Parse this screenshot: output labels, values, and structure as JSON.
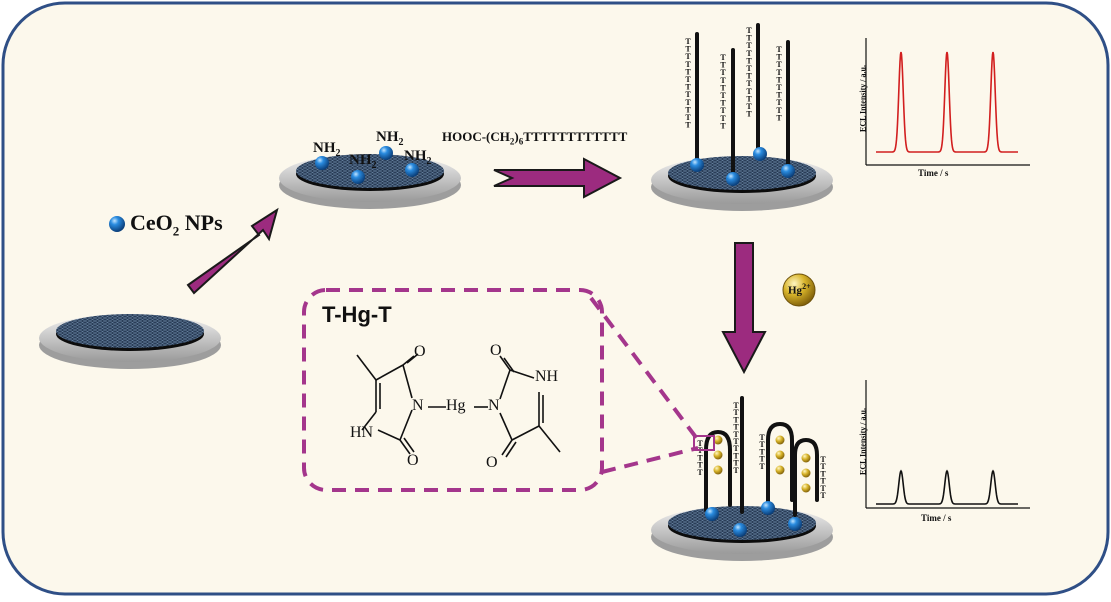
{
  "colors": {
    "panel_bg": "#fcf8ec",
    "panel_border": "#2f4f86",
    "arrow_fill": "#9c2b7f",
    "electrode_surface": "#2a3d57",
    "electrode_rim": "#c9c9c9",
    "ceo2_np": "#1d78c8",
    "hg_ion": "#d8b42a",
    "dashed_box": "#a4368c",
    "signal_high": "#d21f1f",
    "signal_low": "#111111"
  },
  "labels": {
    "ceo2": "CeO",
    "ceo2_sub": "2",
    "ceo2_suffix": " NPs",
    "amine": "NH",
    "amine_sub": "2",
    "linker_main": "HOOC-(CH",
    "linker_sub1": "2",
    "linker_mid": ")",
    "linker_sub2": "6",
    "linker_tail": "TTTTTTTTTTTT",
    "hg_ion": "Hg",
    "hg_ion_charge": "2+",
    "thg_title": "T-Hg-T"
  },
  "structure": {
    "O": "O",
    "N": "N",
    "NH": "NH",
    "HN": "HN",
    "Hg": "Hg"
  },
  "t_base": "T",
  "plots": {
    "top": {
      "ylabel": "ECL Intensity / a.u.",
      "xlabel": "Time / s"
    },
    "bottom": {
      "ylabel": "ECL Intensity / a.u.",
      "xlabel": "Time / s"
    }
  },
  "chart_data": [
    {
      "type": "line",
      "title": "",
      "xlabel": "Time / s",
      "ylabel": "ECL Intensity / a.u.",
      "series": [
        {
          "peaks": 3,
          "relative_peak_height": 1.0
        }
      ]
    },
    {
      "type": "line",
      "title": "",
      "xlabel": "Time / s",
      "ylabel": "ECL Intensity / a.u.",
      "series": [
        {
          "peaks": 3,
          "relative_peak_height": 0.33
        }
      ]
    }
  ]
}
